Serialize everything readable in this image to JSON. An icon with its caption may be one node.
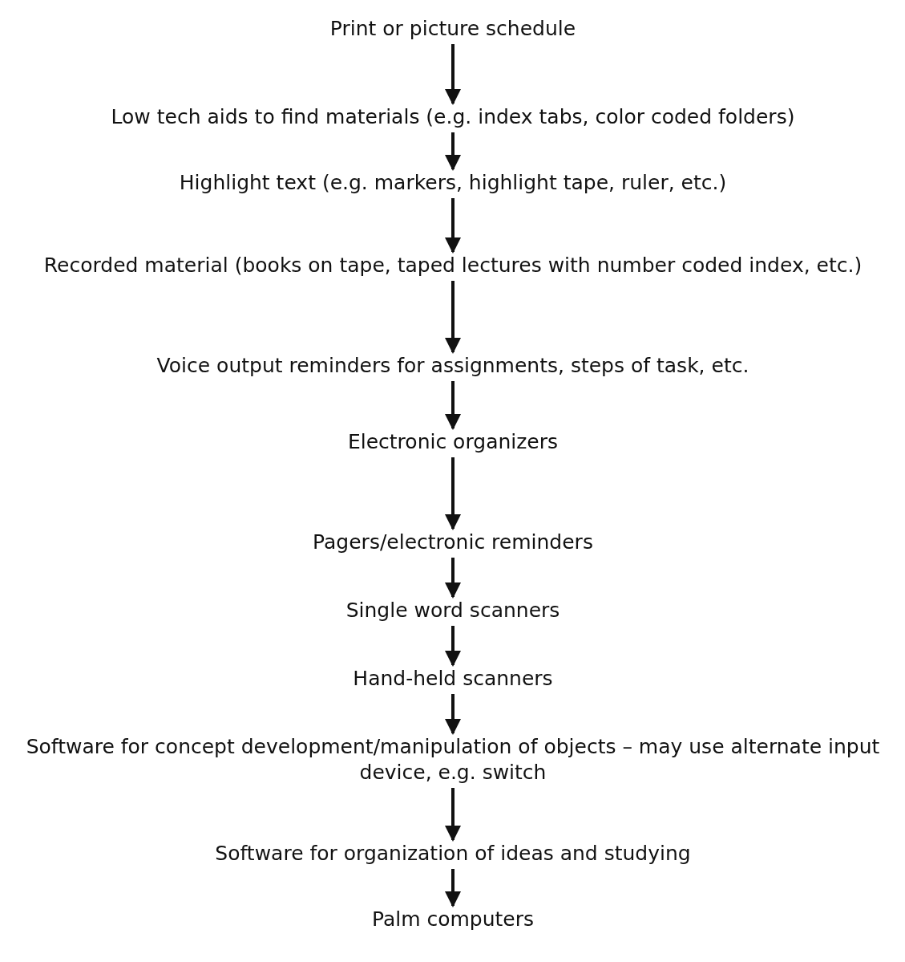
{
  "diagram": {
    "nodes": [
      {
        "text": [
          "Print or picture schedule"
        ]
      },
      {
        "text": [
          "Low tech aids to find materials (e.g. index tabs, color coded folders)"
        ]
      },
      {
        "text": [
          "Highlight text (e.g. markers, highlight tape, ruler, etc.)"
        ]
      },
      {
        "text": [
          "Recorded material (books on tape, taped lectures with number coded index, etc.)"
        ]
      },
      {
        "text": [
          "Voice output reminders for assignments, steps of task, etc."
        ]
      },
      {
        "text": [
          "Electronic organizers"
        ]
      },
      {
        "text": [
          "Pagers/electronic reminders"
        ]
      },
      {
        "text": [
          "Single word scanners"
        ]
      },
      {
        "text": [
          "Hand-held scanners"
        ]
      },
      {
        "text": [
          "Software for concept development/manipulation of objects – may use alternate input device, e.g. switch"
        ]
      },
      {
        "text": [
          "Software for organization of ideas and studying"
        ]
      },
      {
        "text": [
          "Palm computers"
        ]
      }
    ],
    "edges": [
      {
        "from": 0,
        "to": 1,
        "arrow": "to"
      },
      {
        "from": 1,
        "to": 2,
        "arrow": "to"
      },
      {
        "from": 2,
        "to": 3,
        "arrow": "to"
      },
      {
        "from": 3,
        "to": 4,
        "arrow": "to"
      },
      {
        "from": 4,
        "to": 5,
        "arrow": "to"
      },
      {
        "from": 5,
        "to": 6,
        "arrow": "to"
      },
      {
        "from": 6,
        "to": 7,
        "arrow": "to"
      },
      {
        "from": 7,
        "to": 8,
        "arrow": "to"
      },
      {
        "from": 8,
        "to": 9,
        "arrow": "to"
      },
      {
        "from": 9,
        "to": 10,
        "arrow": "to"
      },
      {
        "from": 10,
        "to": 11,
        "arrow": "to"
      }
    ]
  }
}
